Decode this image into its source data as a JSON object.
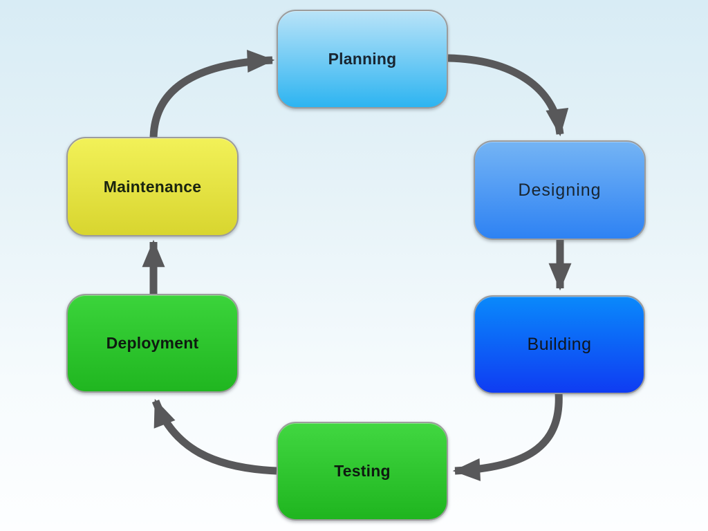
{
  "diagram": {
    "type": "cycle-flowchart",
    "arrow_color": "#58585a",
    "node_border_color": "#9c9c9c",
    "background": {
      "top_color": "#d8ecf5",
      "bottom_color": "#fdfeff"
    },
    "nodes": [
      {
        "id": "planning",
        "label": "Planning",
        "position": "top-center",
        "gradient_top": "#b9e3f8",
        "gradient_bottom": "#2db4f1",
        "label_color": "#182531"
      },
      {
        "id": "designing",
        "label": "Designing",
        "position": "upper-right",
        "gradient_top": "#74b4f4",
        "gradient_bottom": "#2e82f3",
        "label_color": "#182531"
      },
      {
        "id": "building",
        "label": "Building",
        "position": "lower-right",
        "gradient_top": "#0a89fb",
        "gradient_bottom": "#0f3cf2",
        "label_color": "#0e1620"
      },
      {
        "id": "testing",
        "label": "Testing",
        "position": "bottom-center",
        "gradient_top": "#41d741",
        "gradient_bottom": "#1fb51f",
        "label_color": "#0e1a10"
      },
      {
        "id": "deployment",
        "label": "Deployment",
        "position": "lower-left",
        "gradient_top": "#3bd43b",
        "gradient_bottom": "#20b620",
        "label_color": "#0e1a10"
      },
      {
        "id": "maintenance",
        "label": "Maintenance",
        "position": "upper-left",
        "gradient_top": "#f2f158",
        "gradient_bottom": "#d8d52f",
        "label_color": "#1a2410"
      }
    ],
    "edges": [
      {
        "from": "planning",
        "to": "designing"
      },
      {
        "from": "designing",
        "to": "building"
      },
      {
        "from": "building",
        "to": "testing"
      },
      {
        "from": "testing",
        "to": "deployment"
      },
      {
        "from": "deployment",
        "to": "maintenance"
      },
      {
        "from": "maintenance",
        "to": "planning"
      }
    ]
  }
}
